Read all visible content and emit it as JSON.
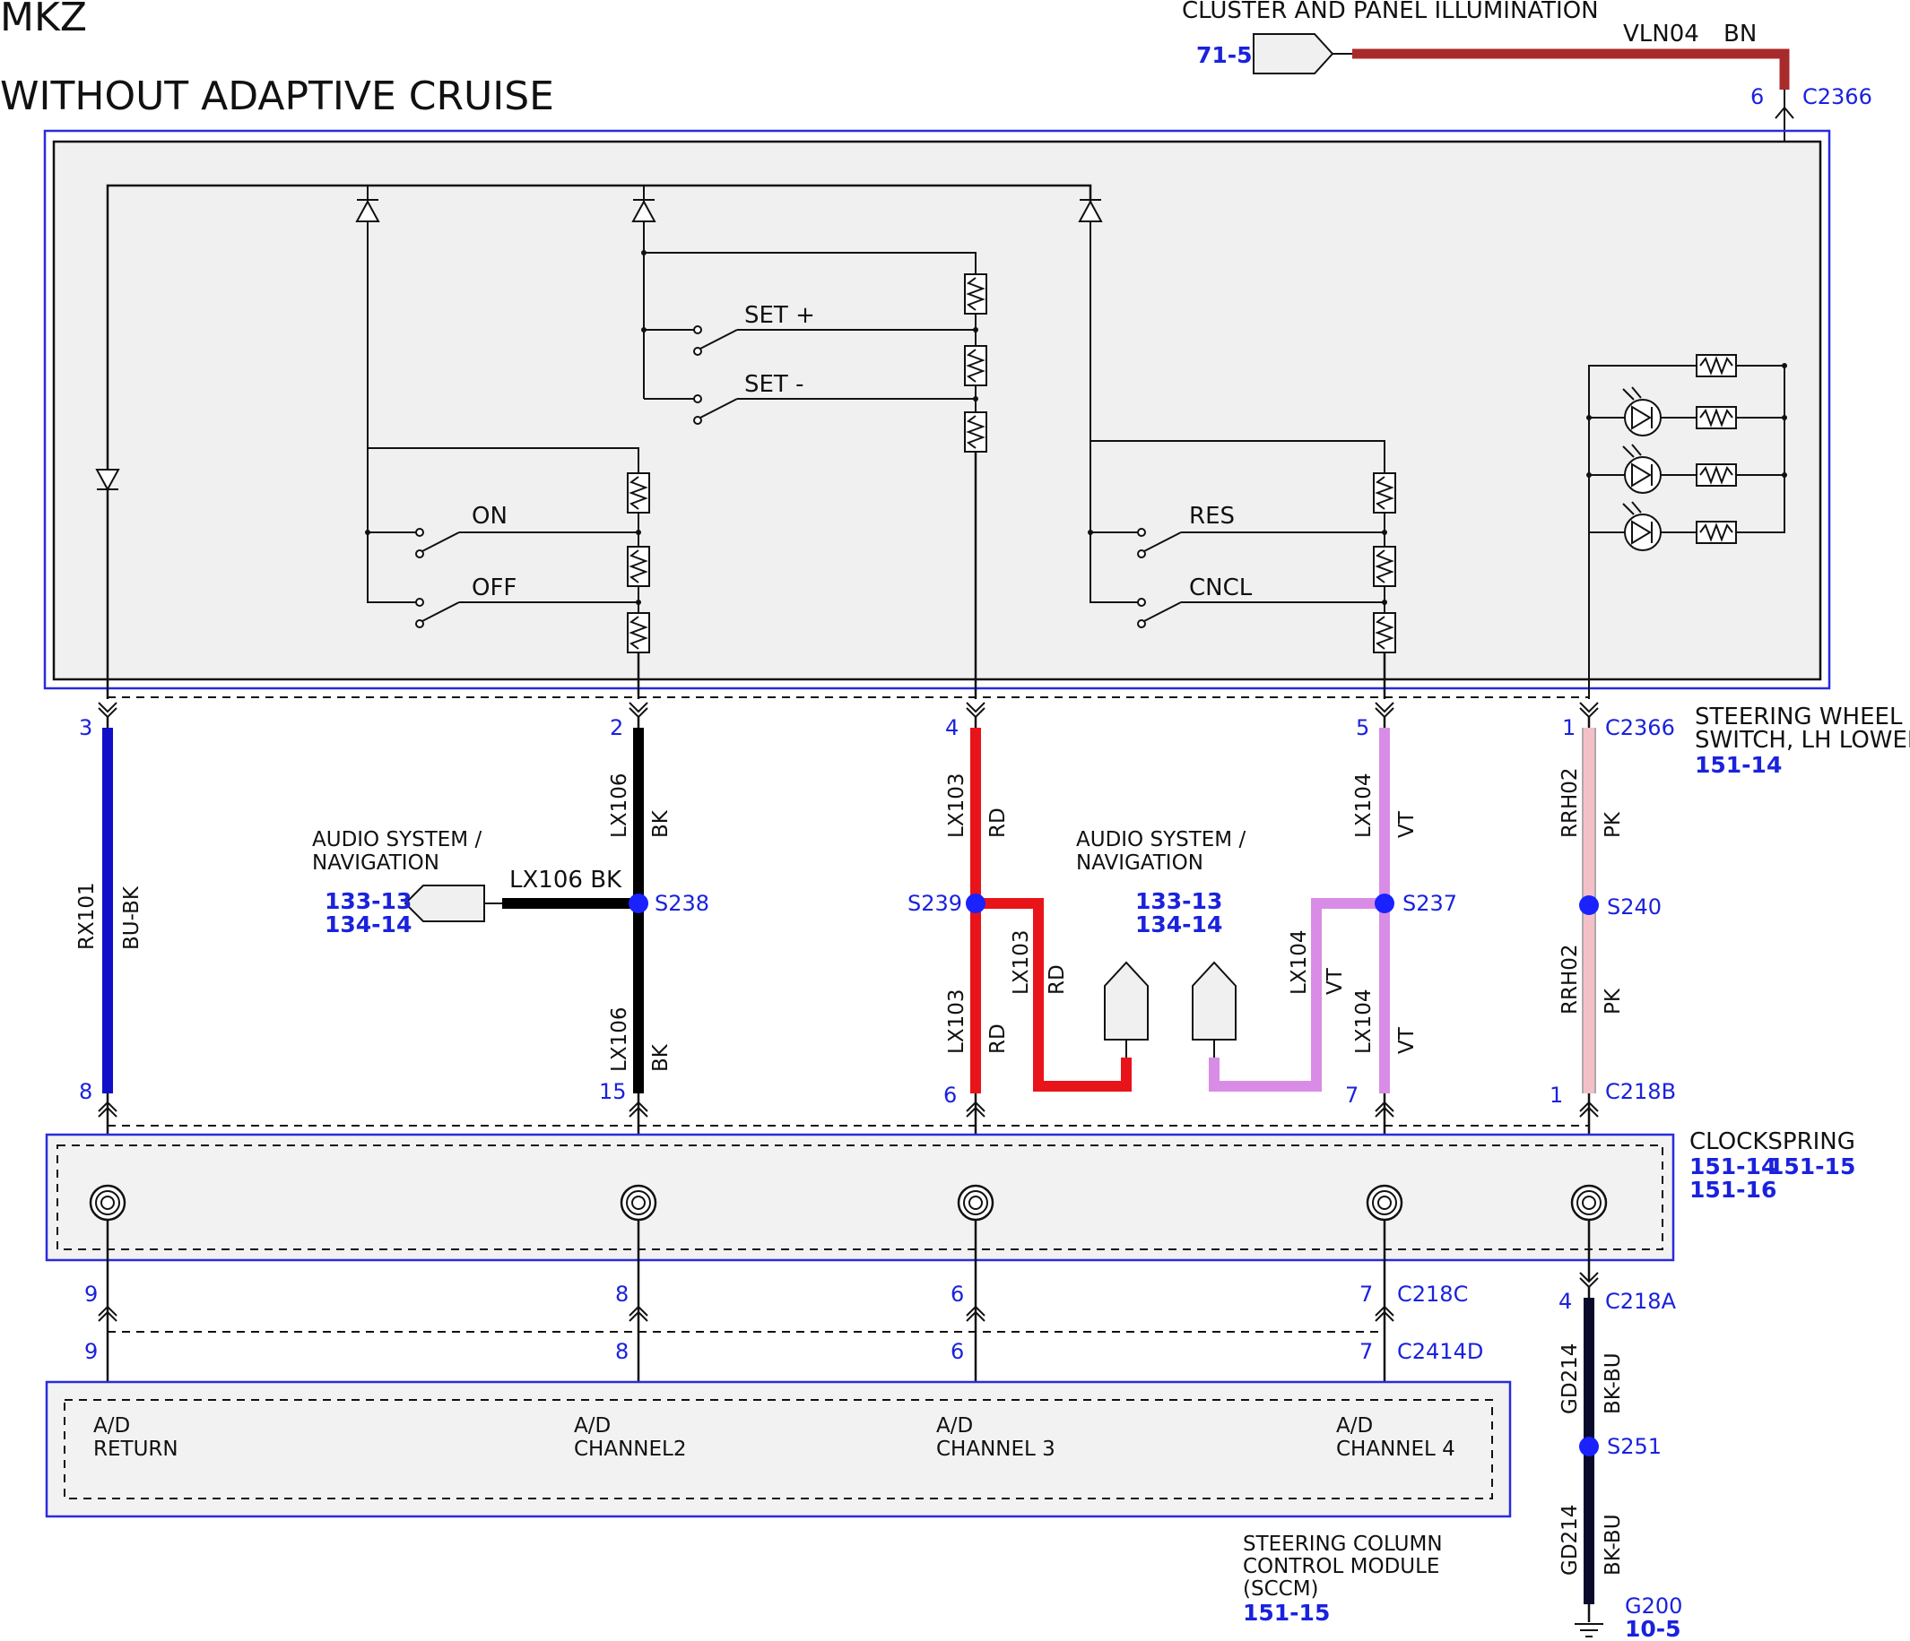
{
  "header": {
    "model": "MKZ",
    "variant": "WITHOUT ADAPTIVE CRUISE"
  },
  "illumination_feed": {
    "label": "CLUSTER AND PANEL ILLUMINATION",
    "ref": "71-5",
    "circuit": "VLN04",
    "color": "BN",
    "pin": "6",
    "connector": "C2366"
  },
  "switch_module": {
    "switches": [
      "SET +",
      "SET -",
      "ON",
      "OFF",
      "RES",
      "CNCL"
    ],
    "name_line1": "STEERING WHEEL",
    "name_line2": "SWITCH, LH LOWER",
    "ref": "151-14"
  },
  "upper_connector": {
    "name": "C2366",
    "pins": [
      "3",
      "2",
      "4",
      "5",
      "1"
    ]
  },
  "wires": [
    {
      "circuit": "RX101",
      "color": "BU-BK",
      "hex": "#1010c8"
    },
    {
      "circuit": "LX106",
      "color": "BK",
      "hex": "#000000"
    },
    {
      "circuit": "LX103",
      "color": "RD",
      "hex": "#e8141a"
    },
    {
      "circuit": "LX104",
      "color": "VT",
      "hex": "#d98ce6"
    },
    {
      "circuit": "RRH02",
      "color": "PK",
      "hex": "#f4c0c8"
    }
  ],
  "splices": [
    "S238",
    "S239",
    "S237",
    "S240",
    "S251"
  ],
  "audio_left": {
    "line1": "AUDIO SYSTEM /",
    "line2": "NAVIGATION",
    "ref1": "133-13",
    "ref2": "134-14",
    "wire_label": "LX106 BK"
  },
  "audio_right": {
    "line1": "AUDIO SYSTEM /",
    "line2": "NAVIGATION",
    "ref1": "133-13",
    "ref2": "134-14"
  },
  "connector_c218b": {
    "name": "C218B",
    "pins": [
      "8",
      "15",
      "6",
      "7",
      "1"
    ]
  },
  "clockspring": {
    "name": "CLOCKSPRING",
    "ref1": "151-14",
    "ref2": "151-15",
    "ref3": "151-16"
  },
  "connector_c218c": {
    "name": "C218C",
    "pins": [
      "9",
      "8",
      "6",
      "7"
    ]
  },
  "connector_c2414d": {
    "name": "C2414D",
    "pins": [
      "9",
      "8",
      "6",
      "7"
    ]
  },
  "sccm": {
    "name_line1": "STEERING COLUMN",
    "name_line2": "CONTROL MODULE",
    "name_line3": "(SCCM)",
    "ref": "151-15",
    "inputs": [
      {
        "line1": "A/D",
        "line2": "RETURN"
      },
      {
        "line1": "A/D",
        "line2": "CHANNEL2"
      },
      {
        "line1": "A/D",
        "line2": "CHANNEL 3"
      },
      {
        "line1": "A/D",
        "line2": "CHANNEL 4"
      }
    ]
  },
  "ground_path": {
    "connector": "C218A",
    "pin": "4",
    "circuit": "GD214",
    "color": "BK-BU",
    "hex": "#0a0a2a",
    "ground": "G200",
    "ground_ref": "10-5"
  }
}
